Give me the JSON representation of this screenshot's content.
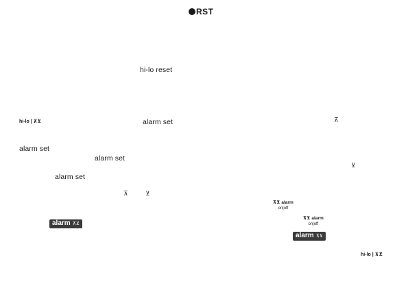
{
  "logo": {
    "text": "RST"
  },
  "labels": {
    "hi_lo_reset": "hi-lo reset",
    "alarm_set_1": "alarm set",
    "alarm_set_2": "alarm set",
    "alarm_set_3": "alarm set",
    "alarm_set_4": "alarm set"
  },
  "hilo_toggle_left": {
    "hilo": "hi-lo",
    "sep": "|",
    "arrows": "⊼⊻"
  },
  "hilo_toggle_right": {
    "hilo": "hi-lo",
    "sep": "|",
    "arrows": "⊼⊻"
  },
  "arrows": {
    "up_right": "⊼",
    "down_right": "⊻",
    "up_mid": "⊼",
    "down_mid": "⊻"
  },
  "alarm_onoff_1": {
    "arrows": "⊼⊻",
    "label": "alarm",
    "sub": "on|off"
  },
  "alarm_onoff_2": {
    "arrows": "⊼⊻",
    "label": "alarm",
    "sub": "on|off"
  },
  "keys": {
    "left": {
      "label": "alarm",
      "arrows": "⊼⊻"
    },
    "right": {
      "label": "alarm",
      "arrows": "⊼⊻"
    }
  },
  "colors": {
    "ink": "#1a1a1a",
    "key_bg": "#3a3a3a",
    "key_text": "#ffffff",
    "background": "#ffffff"
  }
}
